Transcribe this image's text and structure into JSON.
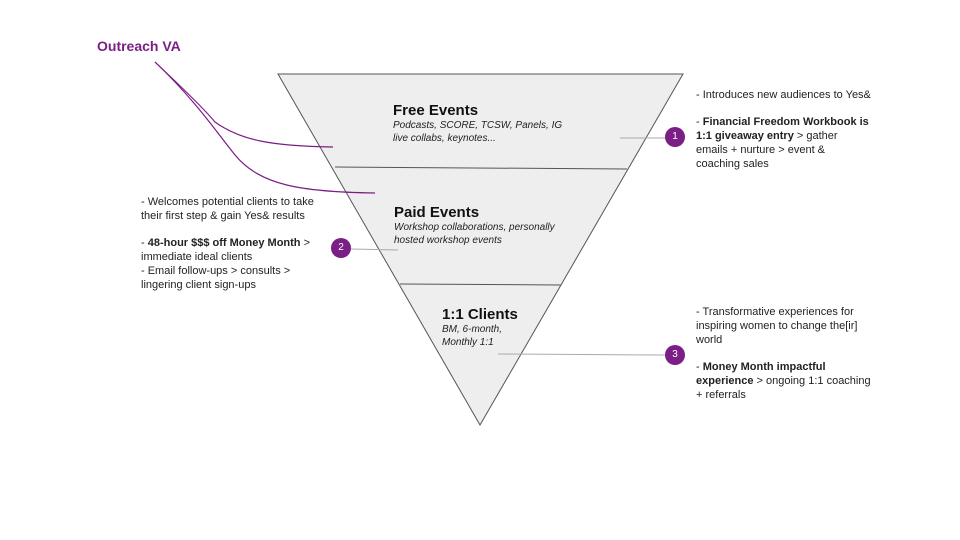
{
  "title": "Outreach VA",
  "colors": {
    "accent": "#7b1e85",
    "funnel_fill": "#eeeeee",
    "stroke": "#555555"
  },
  "stages": [
    {
      "title": "Free Events",
      "subtitle_lines": [
        "Podcasts, SCORE, TCSW, Panels, IG",
        "live collabs, keynotes..."
      ],
      "badge": "1"
    },
    {
      "title": "Paid Events",
      "subtitle_lines": [
        "Workshop collaborations, personally",
        "hosted workshop events"
      ],
      "badge": "2"
    },
    {
      "title": "1:1 Clients",
      "subtitle_lines": [
        "BM, 6-month,",
        "Monthly 1:1"
      ],
      "badge": "3"
    }
  ],
  "notes": {
    "free": {
      "intro": "- Introduces new audiences to Yes&",
      "bold": "Financial Freedom Workbook is 1:1 giveaway entry",
      "rest": " > gather emails + nurture > event & coaching sales"
    },
    "paid": {
      "intro": "- Welcomes potential clients to take their first step & gain Yes& results",
      "bold": "48-hour $$$ off Money Month",
      "rest": " > immediate ideal clients",
      "extra": "- Email follow-ups > consults > lingering client sign-ups"
    },
    "clients": {
      "intro": "- Transformative experiences for inspiring women to change the[ir] world",
      "bold": "Money Month impactful experience",
      "rest": " > ongoing 1:1 coaching + referrals"
    }
  }
}
